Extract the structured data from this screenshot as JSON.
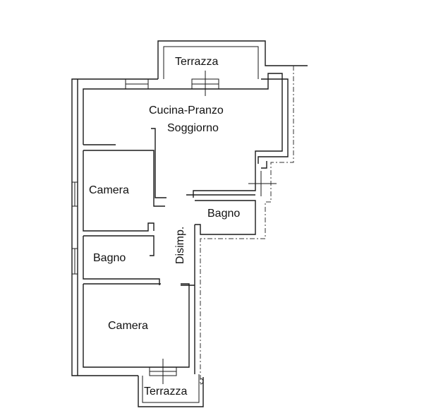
{
  "rooms": {
    "terrazza_top": "Terrazza",
    "cucina_line1": "Cucina-Pranzo",
    "cucina_line2": "Soggiorno",
    "camera_upper": "Camera",
    "bagno_right": "Bagno",
    "disimpegno": "Disimp.",
    "bagno_left": "Bagno",
    "camera_lower": "Camera",
    "terrazza_bottom": "Terrazza"
  },
  "colors": {
    "wall": "#1a1a1a",
    "background": "#ffffff"
  }
}
